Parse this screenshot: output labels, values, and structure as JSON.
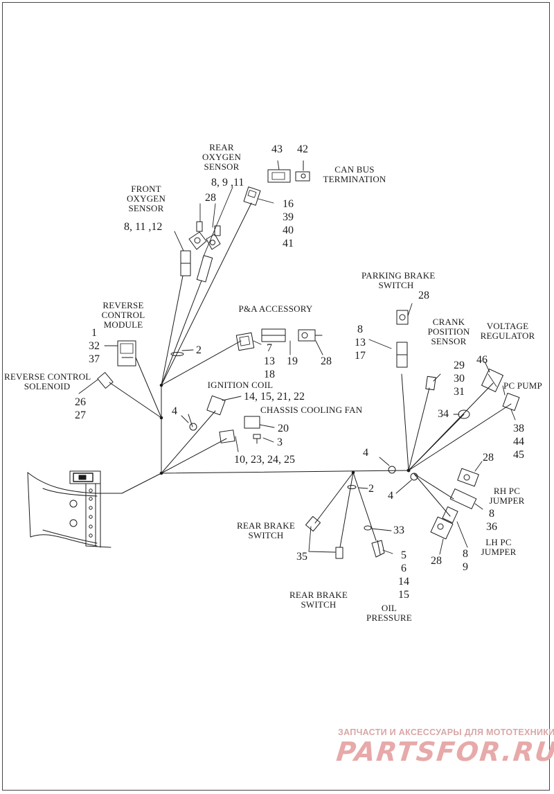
{
  "labels": {
    "rear_oxygen_sensor": [
      "REAR",
      "OXYGEN",
      "SENSOR"
    ],
    "front_oxygen_sensor": [
      "FRONT",
      "OXYGEN",
      "SENSOR"
    ],
    "can_bus_termination": [
      "CAN BUS",
      "TERMINATION"
    ],
    "reverse_control_module": [
      "REVERSE",
      "CONTROL",
      "MODULE"
    ],
    "reverse_control_solenoid": [
      "REVERSE CONTROL",
      "SOLENOID"
    ],
    "pa_accessory": "P&A ACCESSORY",
    "ignition_coil": "IGNITION COIL",
    "chassis_cooling_fan": "CHASSIS COOLING FAN",
    "parking_brake_switch": [
      "PARKING BRAKE",
      "SWITCH"
    ],
    "crank_position_sensor": [
      "CRANK",
      "POSITION",
      "SENSOR"
    ],
    "voltage_regulator": [
      "VOLTAGE",
      "REGULATOR"
    ],
    "pc_pump": "PC PUMP",
    "rh_pc_jumper": [
      "RH PC",
      "JUMPER"
    ],
    "lh_pc_jumper": [
      "LH PC",
      "JUMPER"
    ],
    "rear_brake_switch_upper": [
      "REAR BRAKE",
      "SWITCH"
    ],
    "rear_brake_switch_lower": [
      "REAR BRAKE",
      "SWITCH"
    ],
    "oil_pressure": [
      "OIL",
      "PRESSURE"
    ]
  },
  "callouts": {
    "rear_o2_refs": "8, 9 ,11",
    "front_o2_refs": "8, 11 ,12",
    "o2_clip_28": "28",
    "can_43": "43",
    "can_42": "42",
    "rear_o2_conn": [
      "16",
      "39",
      "40",
      "41"
    ],
    "rcm": [
      "1",
      "32",
      "37"
    ],
    "rcs": [
      "26",
      "27"
    ],
    "tie_2_upper": "2",
    "pa_conn": [
      "7",
      "13",
      "18"
    ],
    "pa_19": "19",
    "pa_28": "28",
    "ign_4": "4",
    "ign_refs": "14, 15, 21, 22",
    "fan_20": "20",
    "fan_3": "3",
    "fan_refs": "10, 23, 24, 25",
    "pbs_28": "28",
    "pbs_refs": [
      "8",
      "13",
      "17"
    ],
    "crank": [
      "29",
      "30",
      "31"
    ],
    "vr_46": "46",
    "vr_34": "34",
    "pcp": [
      "38",
      "44",
      "45"
    ],
    "ground_4_upper": "4",
    "ground_4_lower": "4",
    "tie_2_lower": "2",
    "rh_28": "28",
    "rh_refs": [
      "8",
      "36"
    ],
    "lh_refs": [
      "8",
      "9"
    ],
    "lh_28": "28",
    "rbs_35": "35",
    "oil_33": "33",
    "oil_refs": [
      "5",
      "6",
      "14",
      "15"
    ]
  },
  "watermark": {
    "tagline": "ЗАПЧАСТИ И АКСЕССУАРЫ ДЛЯ МОТОТЕХНИКИ",
    "logo": "PARTSFOR.RU"
  },
  "colors": {
    "line": "#1a1a1a",
    "watermark": "#e7a9a9"
  }
}
